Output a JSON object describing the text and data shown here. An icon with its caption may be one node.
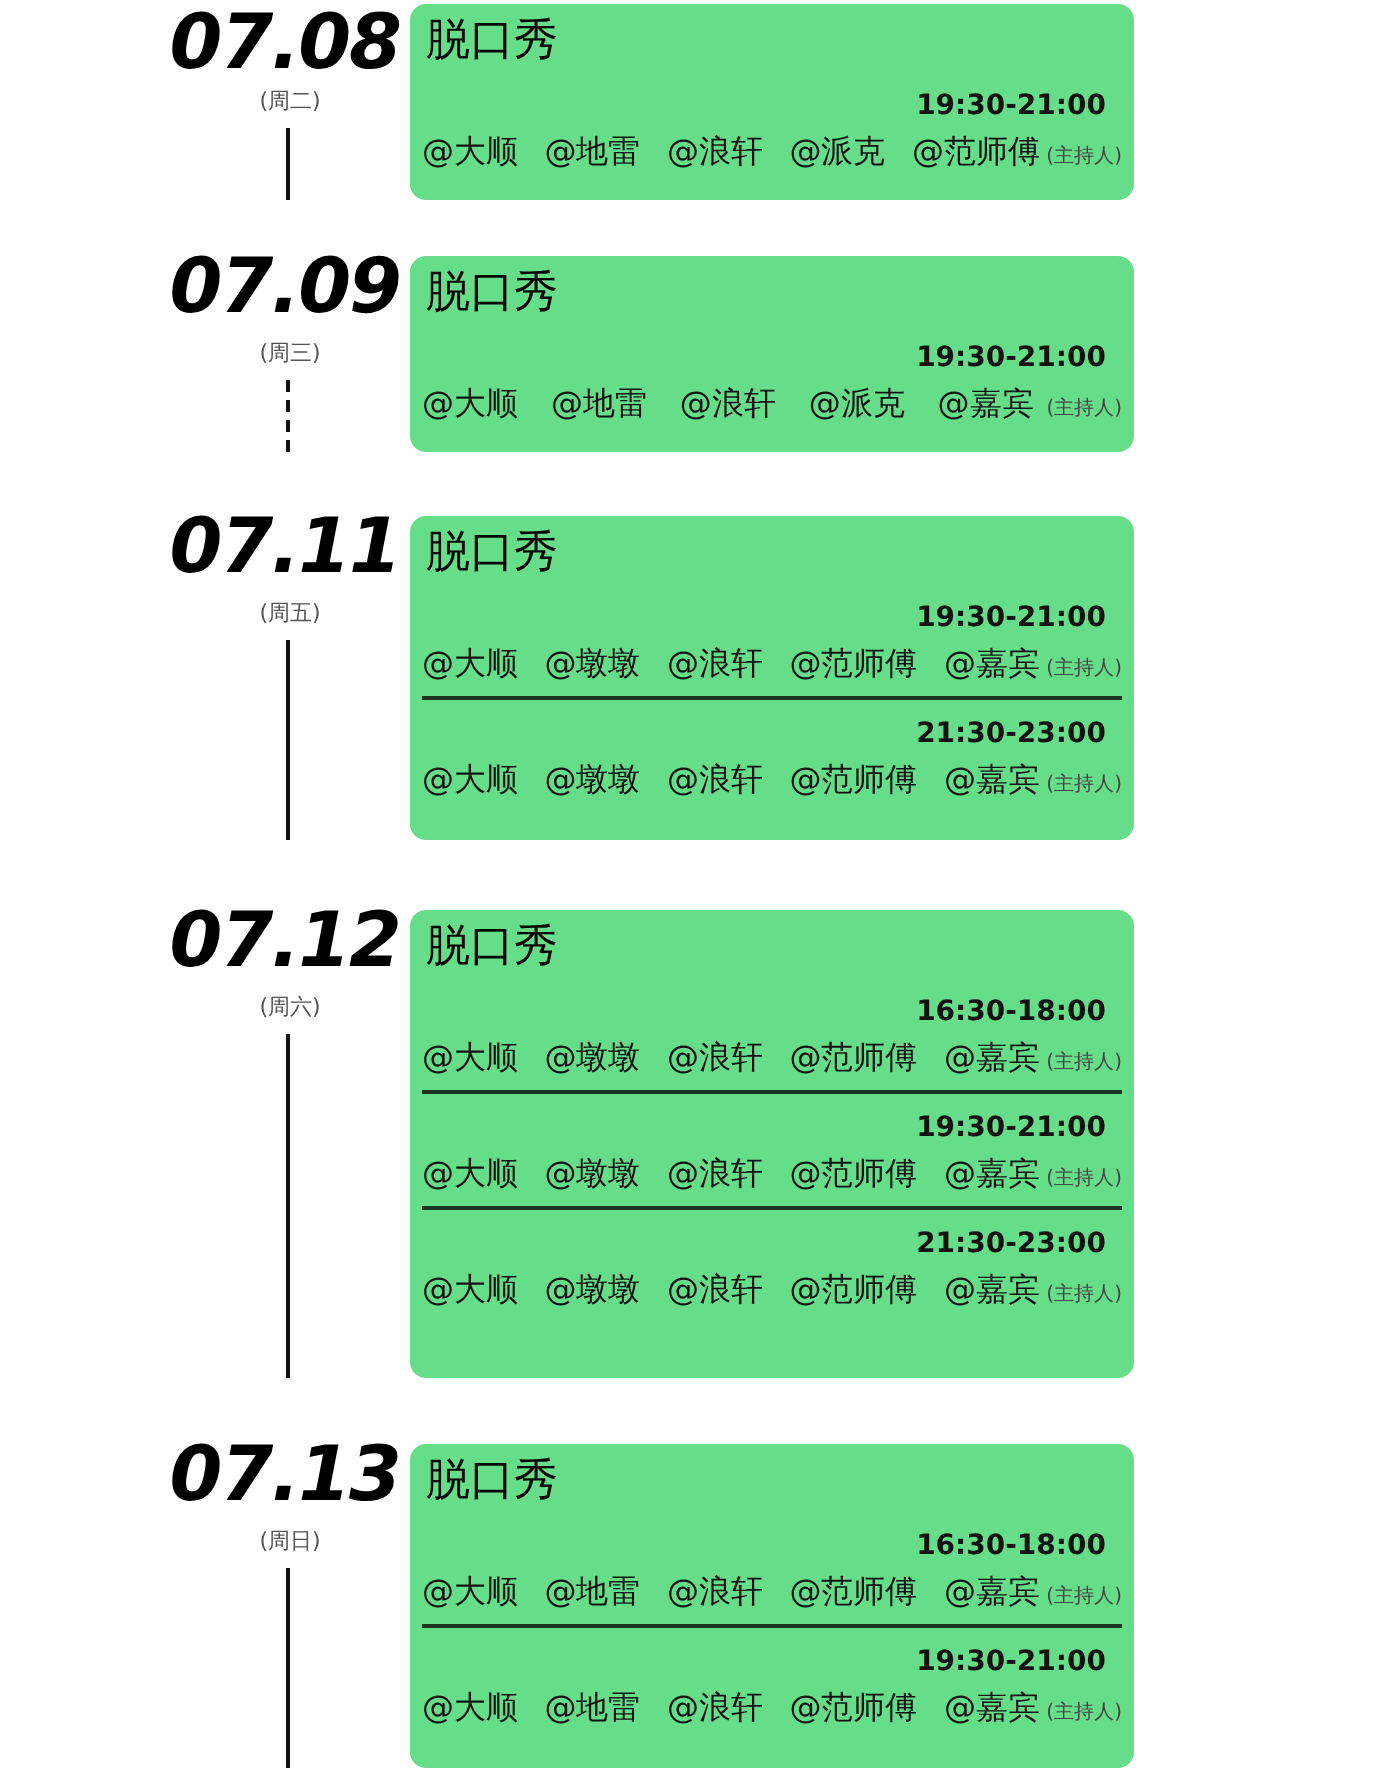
{
  "diagram": {
    "nodes": [
      {
        "text": [
          "脱口秀"
        ],
        "beside": [
          "07.08",
          "(周二)"
        ]
      },
      {
        "text": [
          "19:30-21:00",
          "@大顺",
          "@地雷",
          "@浪轩",
          "@派克",
          "@范师傅",
          "(主持人)"
        ],
        "in": 0
      },
      {
        "text": [
          "脱口秀"
        ],
        "beside": [
          "07.09",
          "(周三)"
        ]
      },
      {
        "text": [
          "19:30-21:00",
          "@大顺",
          "@地雷",
          "@浪轩",
          "@派克",
          "@嘉宾",
          "(主持人)"
        ],
        "in": 2
      },
      {
        "text": [
          "脱口秀"
        ],
        "beside": [
          "07.11",
          "(周五)"
        ]
      },
      {
        "text": [
          "19:30-21:00",
          "@大顺",
          "@墩墩",
          "@浪轩",
          "@范师傅",
          "@嘉宾",
          "(主持人)"
        ],
        "in": 4
      },
      {
        "text": [
          "21:30-23:00",
          "@大顺",
          "@墩墩",
          "@浪轩",
          "@范师傅",
          "@嘉宾",
          "(主持人)"
        ],
        "in": 4
      },
      {
        "text": [
          "脱口秀"
        ],
        "beside": [
          "07.12",
          "(周六)"
        ]
      },
      {
        "text": [
          "16:30-18:00",
          "@大顺",
          "@墩墩",
          "@浪轩",
          "@范师傅",
          "@嘉宾",
          "(主持人)"
        ],
        "in": 7
      },
      {
        "text": [
          "19:30-21:00",
          "@大顺",
          "@墩墩",
          "@浪轩",
          "@范师傅",
          "@嘉宾",
          "(主持人)"
        ],
        "in": 7
      },
      {
        "text": [
          "21:30-23:00",
          "@大顺",
          "@墩墩",
          "@浪轩",
          "@范师傅",
          "@嘉宾",
          "(主持人)"
        ],
        "in": 7
      },
      {
        "text": [
          "脱口秀"
        ],
        "beside": [
          "07.13",
          "(周日)"
        ]
      },
      {
        "text": [
          "16:30-18:00",
          "@大顺",
          "@地雷",
          "@浪轩",
          "@范师傅",
          "@嘉宾",
          "(主持人)"
        ],
        "in": 11
      },
      {
        "text": [
          "19:30-21:00",
          "@大顺",
          "@地雷",
          "@浪轩",
          "@范师傅",
          "@嘉宾",
          "(主持人)"
        ],
        "in": 11
      }
    ]
  }
}
